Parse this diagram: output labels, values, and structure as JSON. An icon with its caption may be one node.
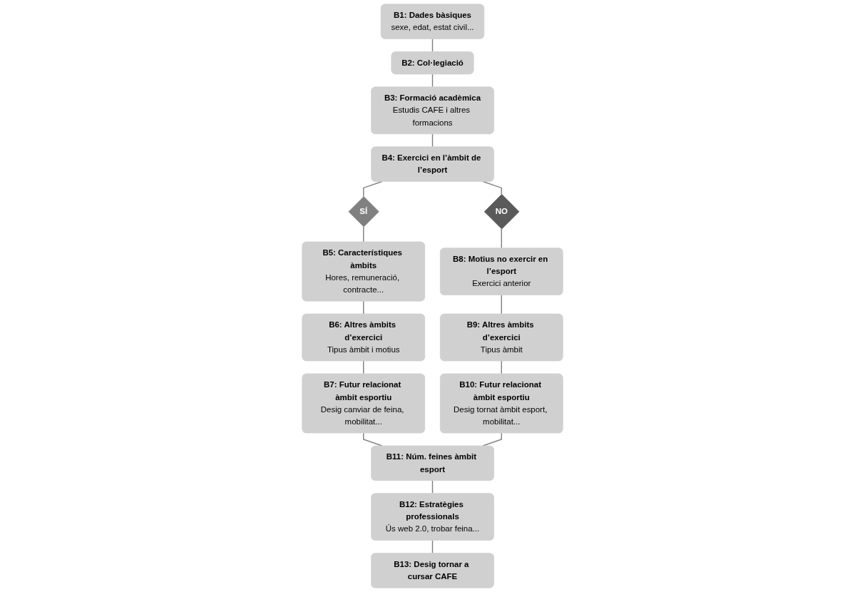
{
  "diagram": {
    "nodes": [
      {
        "text": [
          "B1: Dades bàsiques",
          "sexe, edat, estat civil..."
        ]
      },
      {
        "text": [
          "B2: Col·legiació"
        ]
      },
      {
        "text": [
          "B3: Formació acadèmica",
          "Estudis CAFE i altres formacions"
        ]
      },
      {
        "text": [
          "SÍ"
        ]
      },
      {
        "text": [
          "B4: Exercici en l’àmbit de l’esport"
        ]
      },
      {
        "text": [
          "NO"
        ]
      },
      {
        "text": [
          "B5: Característiques àmbits",
          "Hores, remuneració, contracte..."
        ]
      },
      {
        "text": [
          "B6: Altres àmbits d’exercici",
          "Tipus àmbit i motius"
        ]
      },
      {
        "text": [
          "B7: Futur relacionat àmbit esportiu",
          "Desig canviar de feina, mobilitat..."
        ]
      },
      {
        "text": [
          "B8: Motius no exercir en l’esport",
          "Exercici anterior"
        ]
      },
      {
        "text": [
          "B9: Altres àmbits d’exercici",
          "Tipus àmbit"
        ]
      },
      {
        "text": [
          "B10: Futur relacionat àmbit esportiu",
          "Desig tornat àmbit esport, mobilitat..."
        ]
      },
      {
        "text": [
          "B11: Núm. feines àmbit esport"
        ]
      },
      {
        "text": [
          "B12: Estratègies professionals",
          "Ús web 2.0, trobar feina..."
        ]
      },
      {
        "text": [
          "B13: Desig tornar a cursar CAFE"
        ]
      }
    ],
    "edges": [
      {
        "from": 0,
        "to": 1,
        "arrow": "none"
      },
      {
        "from": 1,
        "to": 2,
        "arrow": "none"
      },
      {
        "from": 2,
        "to": 4,
        "arrow": "none"
      },
      {
        "from": 4,
        "to": 3,
        "arrow": "none"
      },
      {
        "from": 4,
        "to": 5,
        "arrow": "none"
      },
      {
        "from": 3,
        "to": 6,
        "arrow": "none"
      },
      {
        "from": 6,
        "to": 7,
        "arrow": "none"
      },
      {
        "from": 7,
        "to": 8,
        "arrow": "none"
      },
      {
        "from": 5,
        "to": 9,
        "arrow": "none"
      },
      {
        "from": 9,
        "to": 10,
        "arrow": "none"
      },
      {
        "from": 10,
        "to": 11,
        "arrow": "none"
      },
      {
        "from": 8,
        "to": 12,
        "arrow": "none"
      },
      {
        "from": 11,
        "to": 12,
        "arrow": "none"
      },
      {
        "from": 12,
        "to": 13,
        "arrow": "none"
      },
      {
        "from": 13,
        "to": 14,
        "arrow": "none"
      }
    ]
  }
}
